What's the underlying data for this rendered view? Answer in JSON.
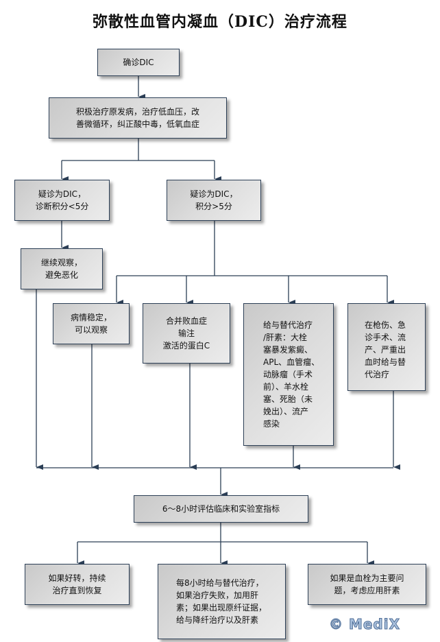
{
  "title": "弥散性血管内凝血（DIC）治疗流程",
  "colors": {
    "line": "#2b3e55",
    "box_border": "#2b3e55",
    "box_fill": "#dcdcdc",
    "watermark": "#a9c0dc"
  },
  "nodes": {
    "confirm": "确诊DIC",
    "primary_treatment": "积极治疗原发病，治疗低血压，改\n善微循环，纠正酸中毒，低氧血症",
    "suspect_low": "疑诊为DIC，\n诊断积分<5分",
    "suspect_high": "疑诊为DIC，\n积分>5分",
    "observe": "继续观察，\n避免恶化",
    "stable": "病情稳定，\n可以观察",
    "sepsis": "合并败血症\n输注\n激活的蛋白C",
    "replacement_heparin": "给与替代治疗\n/肝素：大栓\n塞暴发紫癜、\nAPL、血管瘤、\n动脉瘤（手术\n前）、羊水栓\n塞、死胎（未\n娩出）、流产\n感染",
    "trauma": "在枪伤、急\n诊手术、流\n产、严重出\n血时给与替\n代治疗",
    "evaluate": "6～8小时评估临床和实验室指标",
    "improving": "如果好转，持续\n治疗直到恢复",
    "every8h": "每8小时给与替代治疗，\n如果治疗失败，加用肝\n素；如果出现原纤证据，\n给与降纤治疗以及肝素",
    "thrombosis": "如果是血栓为主要问\n题，考虑应用肝素"
  },
  "watermark": "© MediX"
}
